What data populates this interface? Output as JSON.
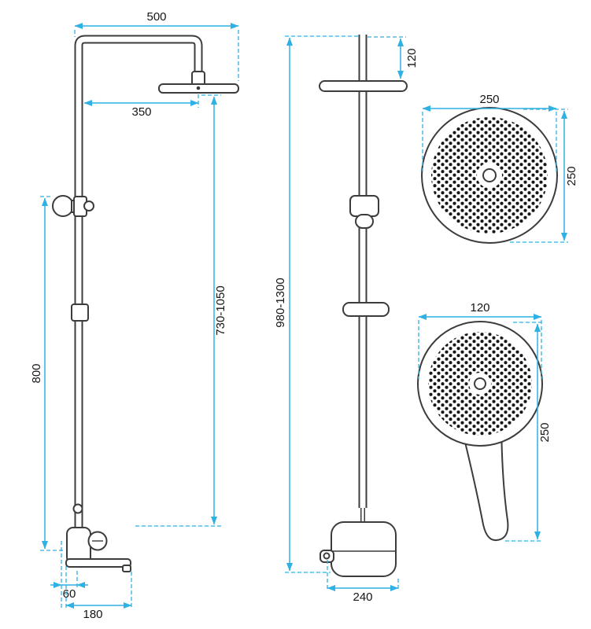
{
  "colors": {
    "dimension_line": "#2fb1e3",
    "outline": "#3c3c3c",
    "dots": "#161616",
    "background": "#ffffff"
  },
  "side_view": {
    "dim_top_width": "500",
    "dim_head_width": "350",
    "dim_riser_height_range": "730-1050",
    "dim_bar_height": "800",
    "dim_spout_depth": "60",
    "dim_spout_reach": "180"
  },
  "front_view": {
    "dim_head_drop": "120",
    "dim_total_height_range": "980-1300",
    "dim_mixer_width": "240"
  },
  "overhead_shower": {
    "dim_width": "250",
    "dim_height": "250"
  },
  "hand_shower": {
    "dim_width": "120",
    "dim_length": "250"
  }
}
